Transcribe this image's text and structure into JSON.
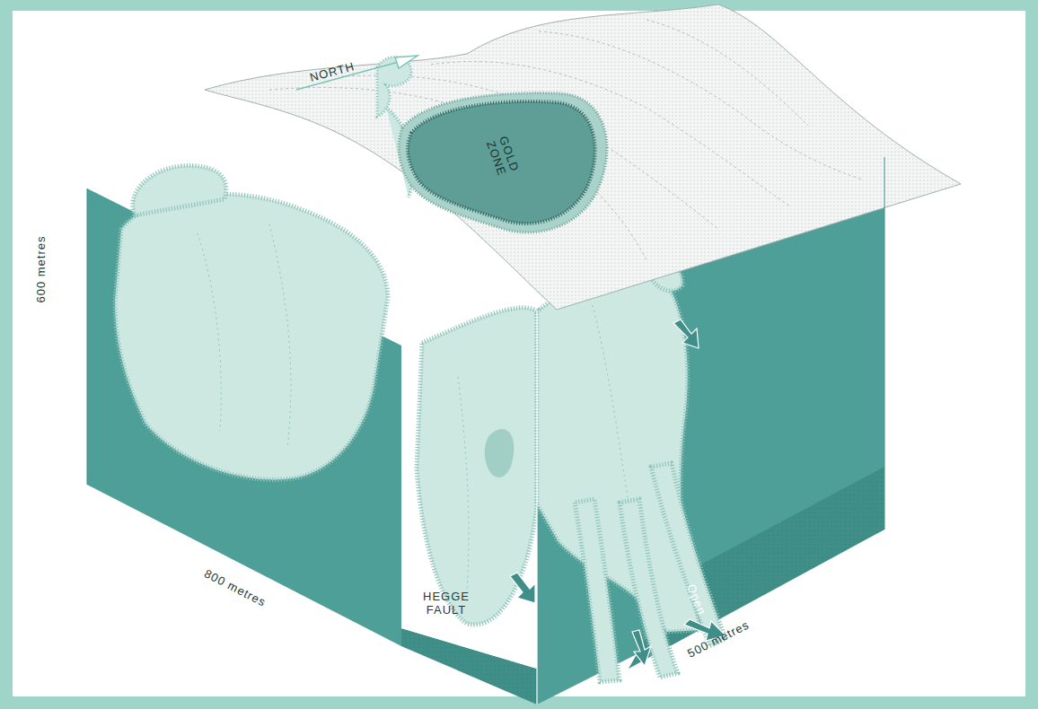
{
  "diagram": {
    "nodes": [
      {
        "text": [
          "GOLD ZONE"
        ]
      }
    ],
    "labels": [
      "NORTH",
      "600 metres",
      "800 metres",
      "HEGGE FAULT",
      "Open",
      "500 metres"
    ]
  }
}
